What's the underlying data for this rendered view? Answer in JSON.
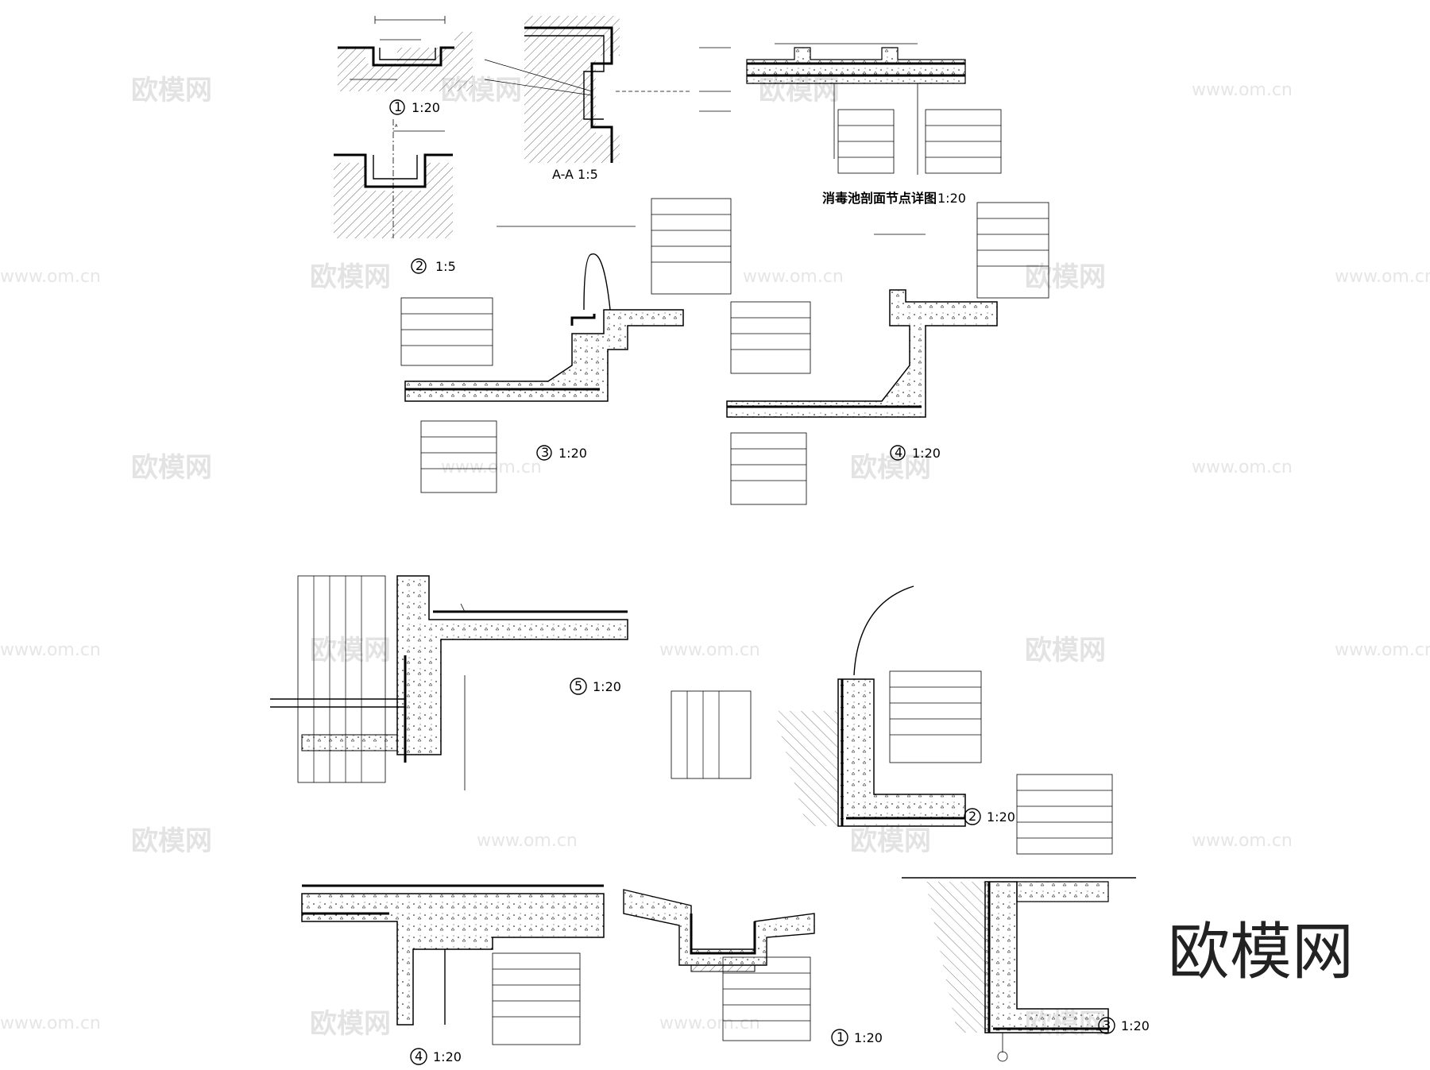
{
  "watermark": {
    "brand": "欧模网",
    "site": "www.om.cn",
    "corner_brand": "欧模网"
  },
  "top_sheet": {
    "title": "消毒池剖面节点详图",
    "title_scale": "1:20",
    "section_label": "A-A 1:5",
    "details": [
      {
        "id": "1",
        "scale": "1:20"
      },
      {
        "id": "2",
        "scale": "1:5"
      },
      {
        "id": "3",
        "scale": "1:20"
      },
      {
        "id": "4",
        "scale": "1:20"
      }
    ]
  },
  "bottom_sheet": {
    "details": [
      {
        "id": "5",
        "scale": "1:20"
      },
      {
        "id": "2",
        "scale": "1:20"
      },
      {
        "id": "4",
        "scale": "1:20"
      },
      {
        "id": "1",
        "scale": "1:20"
      },
      {
        "id": "3",
        "scale": "1:20"
      }
    ]
  }
}
